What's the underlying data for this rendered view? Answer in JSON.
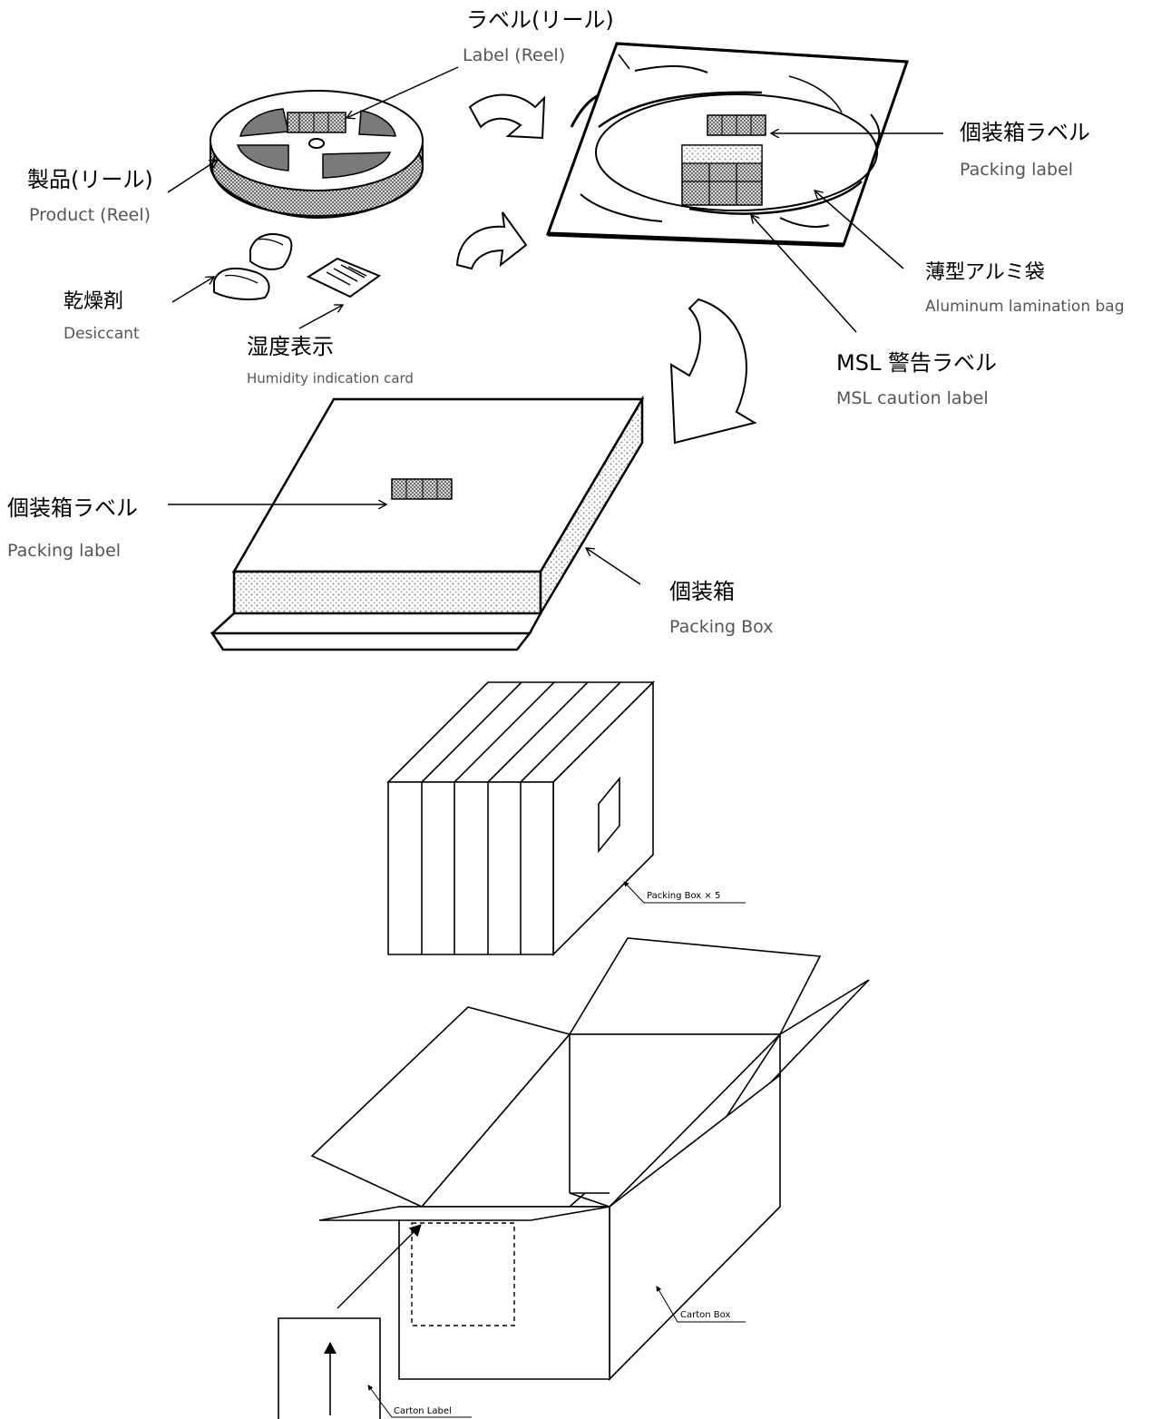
{
  "labels": {
    "label_reel_jp": "ラベル(リール)",
    "label_reel_en": "Label (Reel)",
    "product_reel_jp": "製品(リール)",
    "product_reel_en": "Product (Reel)",
    "desiccant_jp": "乾燥剤",
    "desiccant_en": "Desiccant",
    "humidity_jp": "湿度表示",
    "humidity_en": "Humidity indication card",
    "packing_label_bag_jp": "個装箱ラベル",
    "packing_label_bag_en": "Packing label",
    "alu_bag_jp": "薄型アルミ袋",
    "alu_bag_en": "Aluminum lamination bag",
    "msl_jp": "MSL  警告ラベル",
    "msl_en": "MSL caution label",
    "packing_label_box_jp": "個装箱ラベル",
    "packing_label_box_en": "Packing label",
    "packing_box_jp": "個装箱",
    "packing_box_en": "Packing Box",
    "packing_box_x5": "Packing Box × 5",
    "carton_box": "Carton Box",
    "carton_label": "Carton Label"
  },
  "colors": {
    "line": "#000000",
    "reel_fill": "#7a7a7a",
    "texture": "#9a9a9a",
    "caption_gray": "#555555"
  }
}
